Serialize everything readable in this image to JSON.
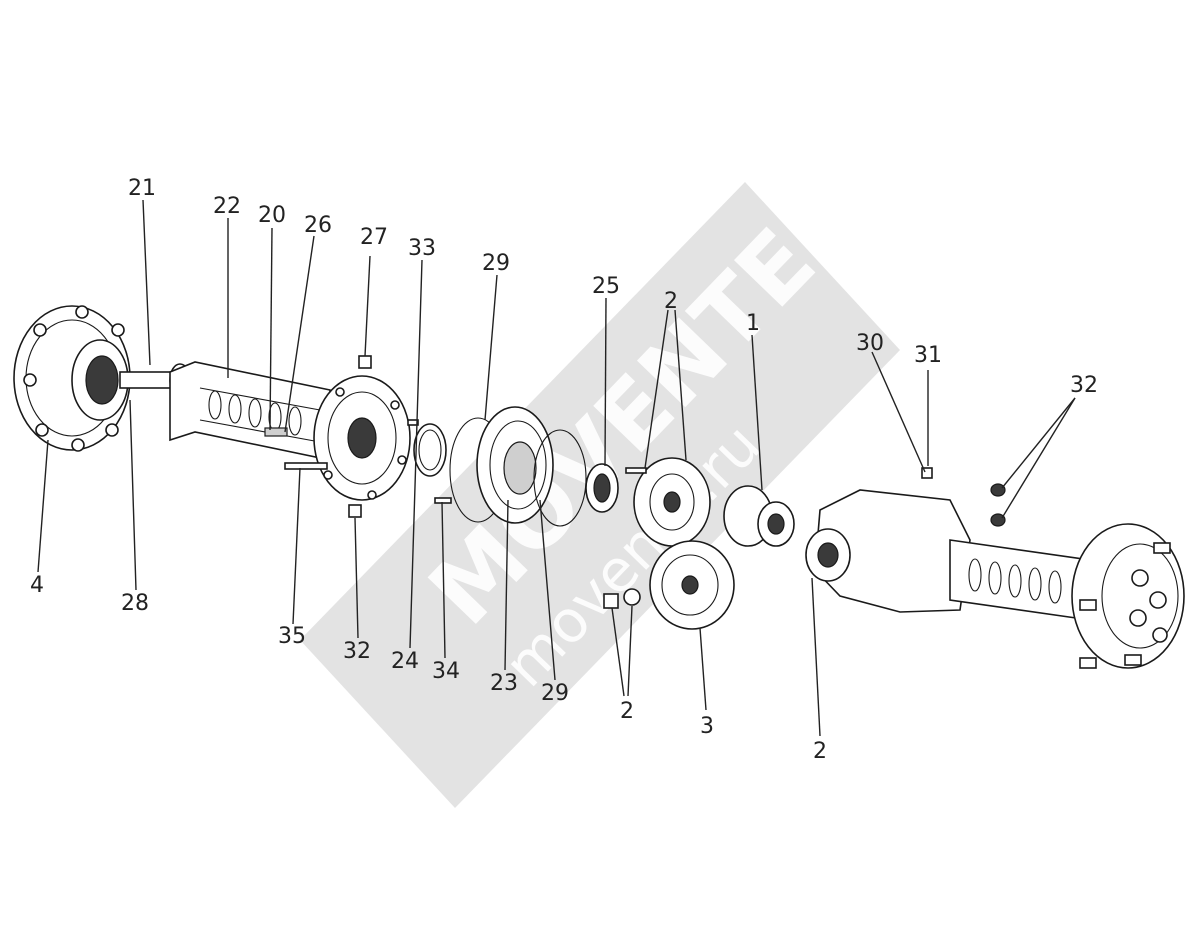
{
  "diagram": {
    "labels": [
      {
        "id": "l21",
        "text": "21"
      },
      {
        "id": "l22",
        "text": "22"
      },
      {
        "id": "l20",
        "text": "20"
      },
      {
        "id": "l26",
        "text": "26"
      },
      {
        "id": "l27",
        "text": "27"
      },
      {
        "id": "l33",
        "text": "33"
      },
      {
        "id": "l29a",
        "text": "29"
      },
      {
        "id": "l25",
        "text": "25"
      },
      {
        "id": "l2a",
        "text": "2"
      },
      {
        "id": "l1",
        "text": "1"
      },
      {
        "id": "l30",
        "text": "30"
      },
      {
        "id": "l31",
        "text": "31"
      },
      {
        "id": "l32a",
        "text": "32"
      },
      {
        "id": "l4",
        "text": "4"
      },
      {
        "id": "l28",
        "text": "28"
      },
      {
        "id": "l35",
        "text": "35"
      },
      {
        "id": "l32b",
        "text": "32"
      },
      {
        "id": "l24",
        "text": "24"
      },
      {
        "id": "l34",
        "text": "34"
      },
      {
        "id": "l23",
        "text": "23"
      },
      {
        "id": "l29b",
        "text": "29"
      },
      {
        "id": "l2b",
        "text": "2"
      },
      {
        "id": "l3",
        "text": "3"
      },
      {
        "id": "l2c",
        "text": "2"
      }
    ]
  },
  "watermark": {
    "brand": "MOVENTE",
    "domain": "movente.ru",
    "color": "#cccccc"
  }
}
